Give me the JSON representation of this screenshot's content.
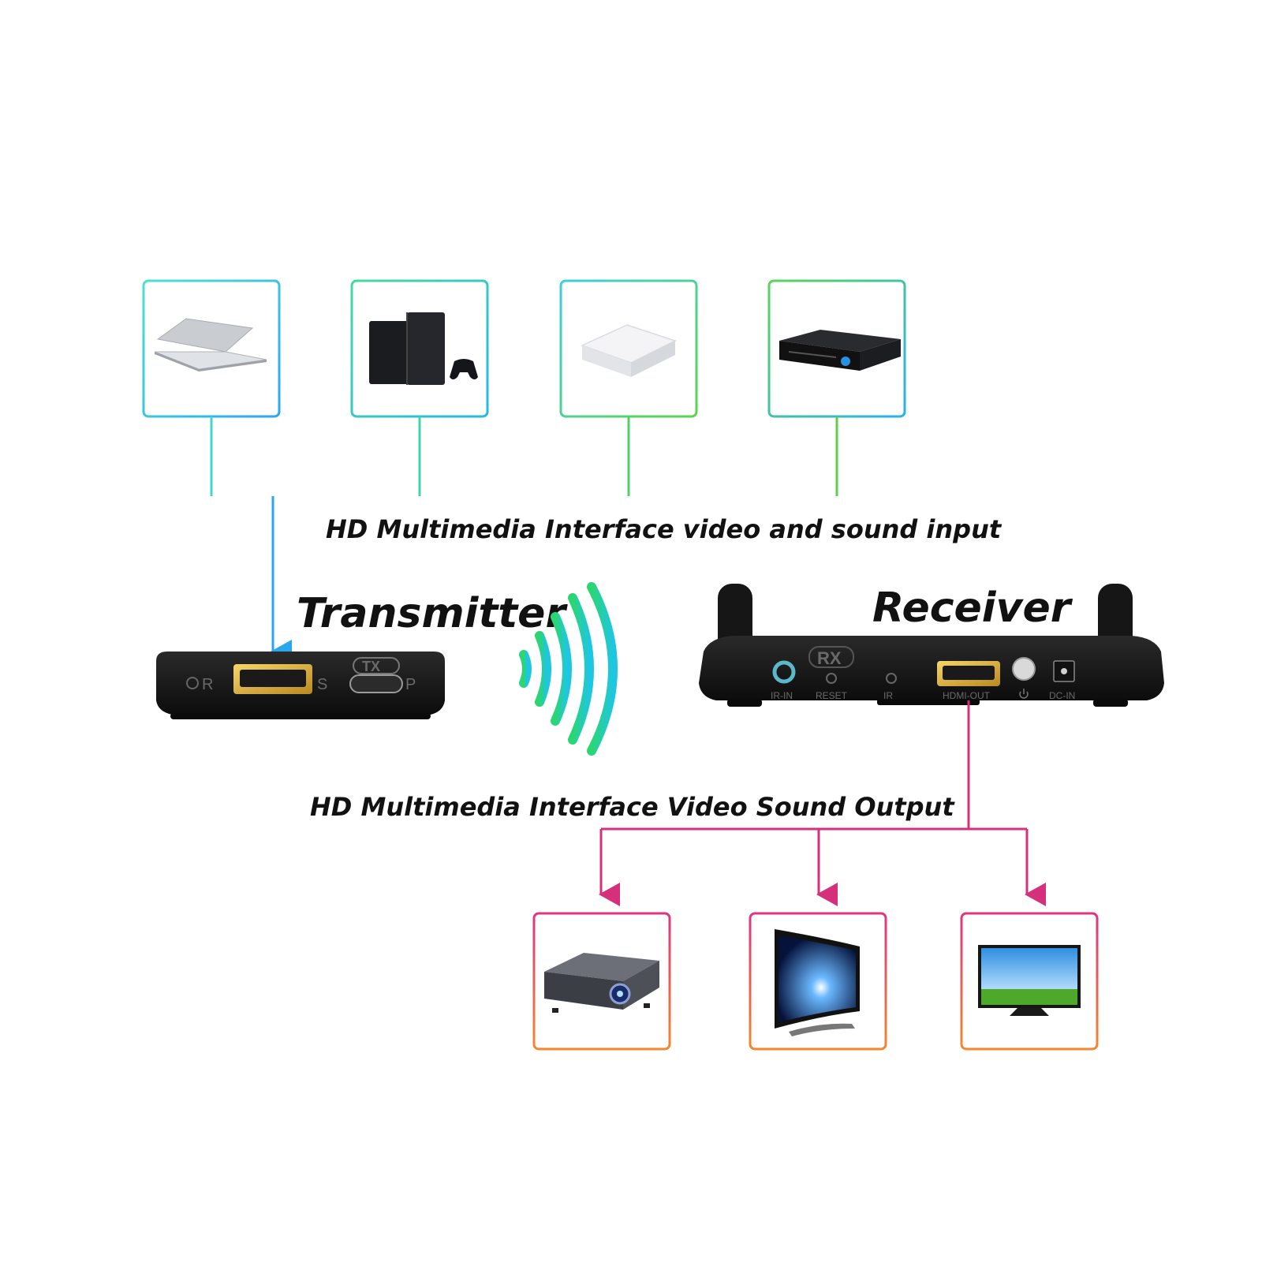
{
  "labels": {
    "input": "HD Multimedia Interface video and sound input",
    "transmitter": "Transmitter",
    "receiver": "Receiver",
    "output": "HD Multimedia Interface Video Sound Output"
  },
  "transmitter_ports": {
    "r": "R",
    "s": "S",
    "tx": "TX",
    "p": "P"
  },
  "receiver_ports": {
    "rx": "RX",
    "ir_in": "IR-IN",
    "reset": "RESET",
    "ir": "IR",
    "hdmi_out": "HDMI-OUT",
    "dc_in": "DC-IN"
  },
  "colors": {
    "input_line": "#2fb0e6",
    "input_green": "#4fcf6a",
    "output_line": "#d6307a",
    "wifi_start": "#28d07a",
    "wifi_end": "#22c8e0",
    "device_body": "#151515"
  },
  "source_devices": [
    "laptop-icon",
    "game-console-icon",
    "tv-box-icon",
    "dvd-player-icon"
  ],
  "display_devices": [
    "projector-icon",
    "curved-tv-icon",
    "flat-tv-icon"
  ]
}
